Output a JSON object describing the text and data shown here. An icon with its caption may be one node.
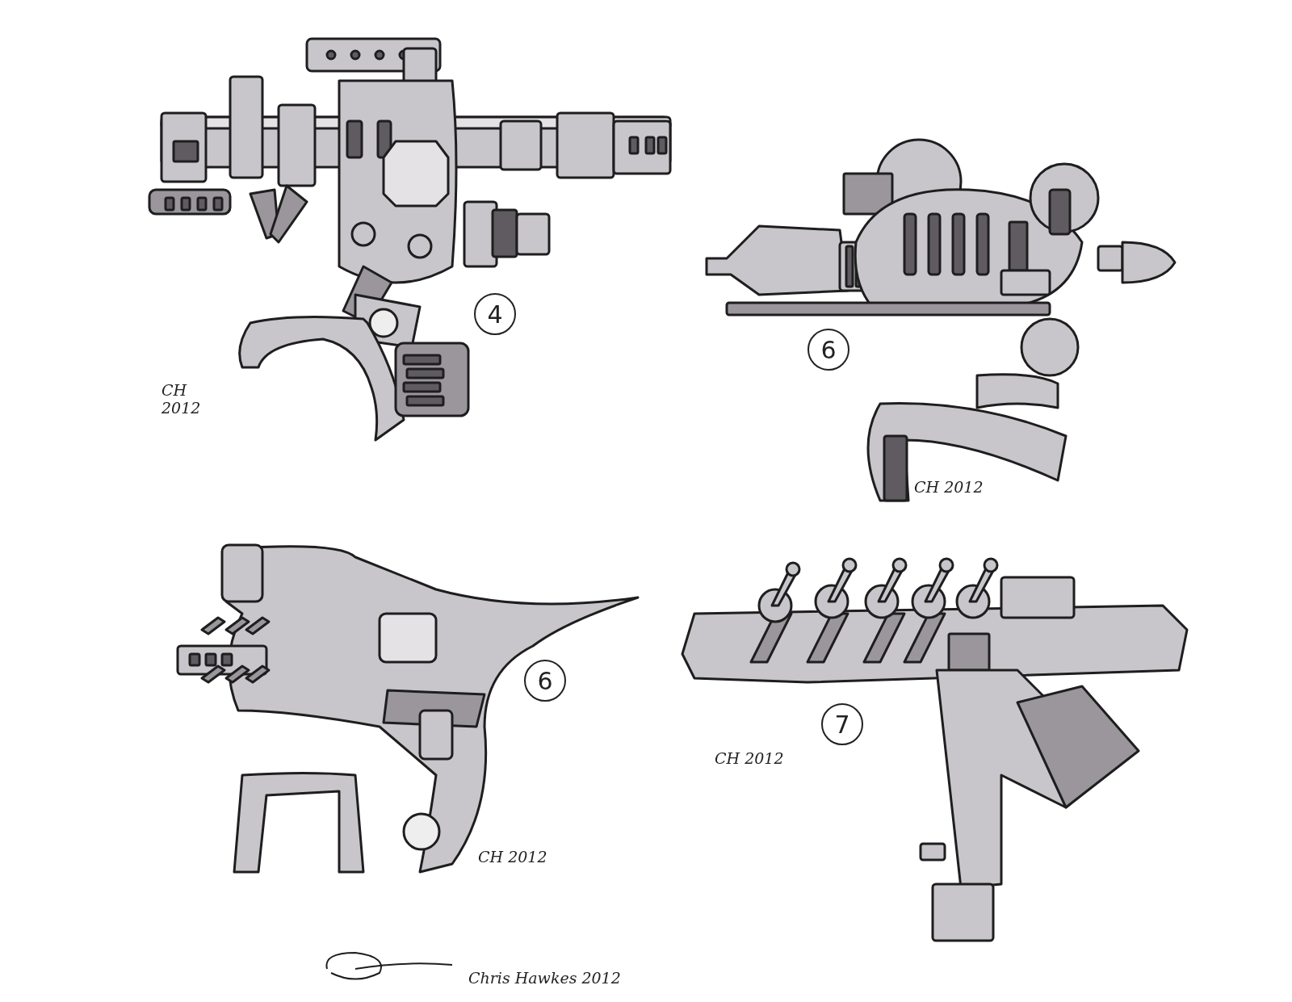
{
  "diagram": {
    "nodes": [
      {
        "text": [
          "4"
        ]
      },
      {
        "text": [
          "6"
        ]
      },
      {
        "text": [
          "6"
        ]
      },
      {
        "text": [
          "7"
        ]
      }
    ],
    "labels": [
      "CH 2012",
      "CH 2012",
      "CH 2012",
      "CH 2012",
      "Chris Hawkes 2012"
    ]
  }
}
